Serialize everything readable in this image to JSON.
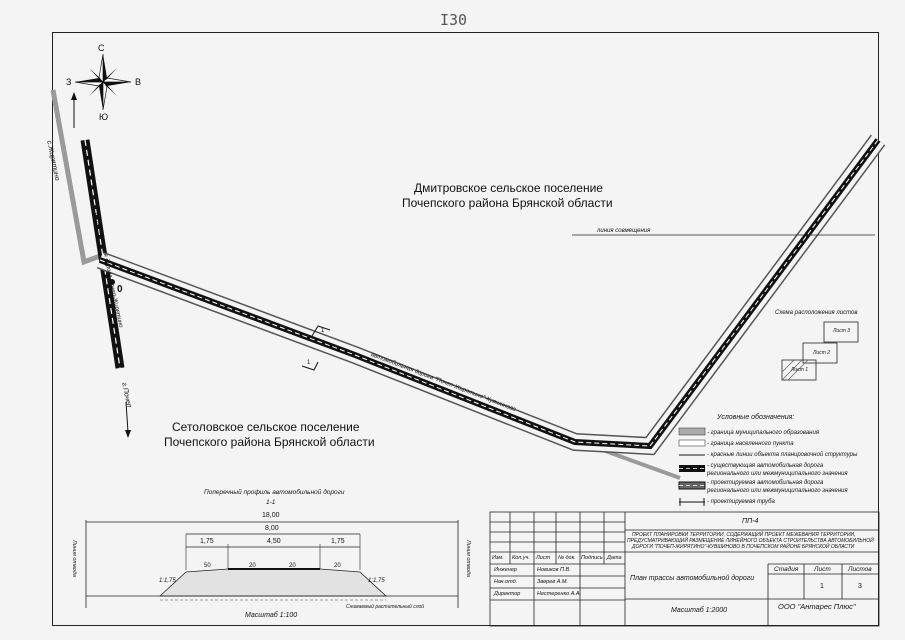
{
  "page_number": "I30",
  "compass": {
    "north": "С",
    "south": "Ю",
    "west": "З",
    "east": "В"
  },
  "regions": {
    "north_line1": "Дмитровское сельское поселение",
    "north_line2": "Почепского района Брянской области",
    "south_line1": "Сетоловское сельское поселение",
    "south_line2": "Почепского района Брянской области"
  },
  "labels": {
    "to_zhiryatino": "с.Жирятино",
    "to_pochep": "г.Почеп",
    "road_vertical": "автомобильная дорога Почеп-Жирятино",
    "road_main": "автомобильная дорога \"Почеп-Жирятино\"-Кувшиново",
    "zero_mark": "0",
    "section_mark": "1",
    "match_line": "линия совмещения"
  },
  "sheet_scheme": {
    "title": "Схема расположения листов",
    "sheets": [
      "Лист 3",
      "Лист 2",
      "Лист 1"
    ]
  },
  "legend": {
    "title": "Условные обозначения:",
    "items": [
      "- граница муниципального образования",
      "- граница населенного пункта",
      "- красные линии объекта планировочной структуры",
      "- существующая автомобильная дорога",
      "регионального или межмуниципального значения",
      "- проектируемая автомобильная дорога",
      "регионального или межмуниципального значения",
      "- проектируемая труба"
    ]
  },
  "profile": {
    "title": "Поперечный профиль автомобильной дороги",
    "section": "1-1",
    "dim_total": "18,00",
    "dim_road": "8,00",
    "dim_shoulder_left": "1,75",
    "dim_lane": "4,50",
    "dim_shoulder_right": "1,75",
    "slope_50": "50",
    "slope_20a": "20",
    "slope_20b": "20",
    "slope_20c": "20",
    "slope_left": "1:1,75",
    "slope_right": "1:1,75",
    "bound_left": "Линия отвода",
    "bound_right": "Линия отвода",
    "scale": "Масштаб 1:100",
    "topsoil_note": "Снимаемый растительный слой"
  },
  "title_block": {
    "code": "ПП-4",
    "project_name": [
      "ПРОЕКТ ПЛАНИРОВКИ ТЕРРИТОРИИ, СОДЕРЖАЩИЙ ПРОЕКТ МЕЖЕВАНИЯ ТЕРРИТОРИИ,",
      "ПРЕДУСМАТРИВАЮЩИЙ РАЗМЕЩЕНИЕ ЛИНЕЙНОГО ОБЪЕКТА СТРОИТЕЛЬСТВА АВТОМОБИЛЬНОЙ",
      "ДОРОГИ \"ПОЧЕП-ЖИРЯТИНО\"-КУВШИНОВО В ПОЧЕПСКОМ РАЙОНЕ БРЯНСКОЙ ОБЛАСТИ"
    ],
    "headers": [
      "Изм.",
      "Кол.уч.",
      "Лист",
      "№ док.",
      "Подпись",
      "Дата"
    ],
    "people": [
      {
        "role": "Инженер",
        "name": "Новиков П.В."
      },
      {
        "role": "Нач.отд.",
        "name": "Зверев А.М."
      },
      {
        "role": "Директор",
        "name": "Нестеренко А.А."
      }
    ],
    "drawing_name": "План трассы автомобильной дороги",
    "stage_label": "Стадия",
    "sheet_label": "Лист",
    "sheets_label": "Листов",
    "sheet": "1",
    "sheets": "3",
    "scale": "Масштаб 1:2000",
    "company": "ООО \"Антарес Плюс\""
  }
}
